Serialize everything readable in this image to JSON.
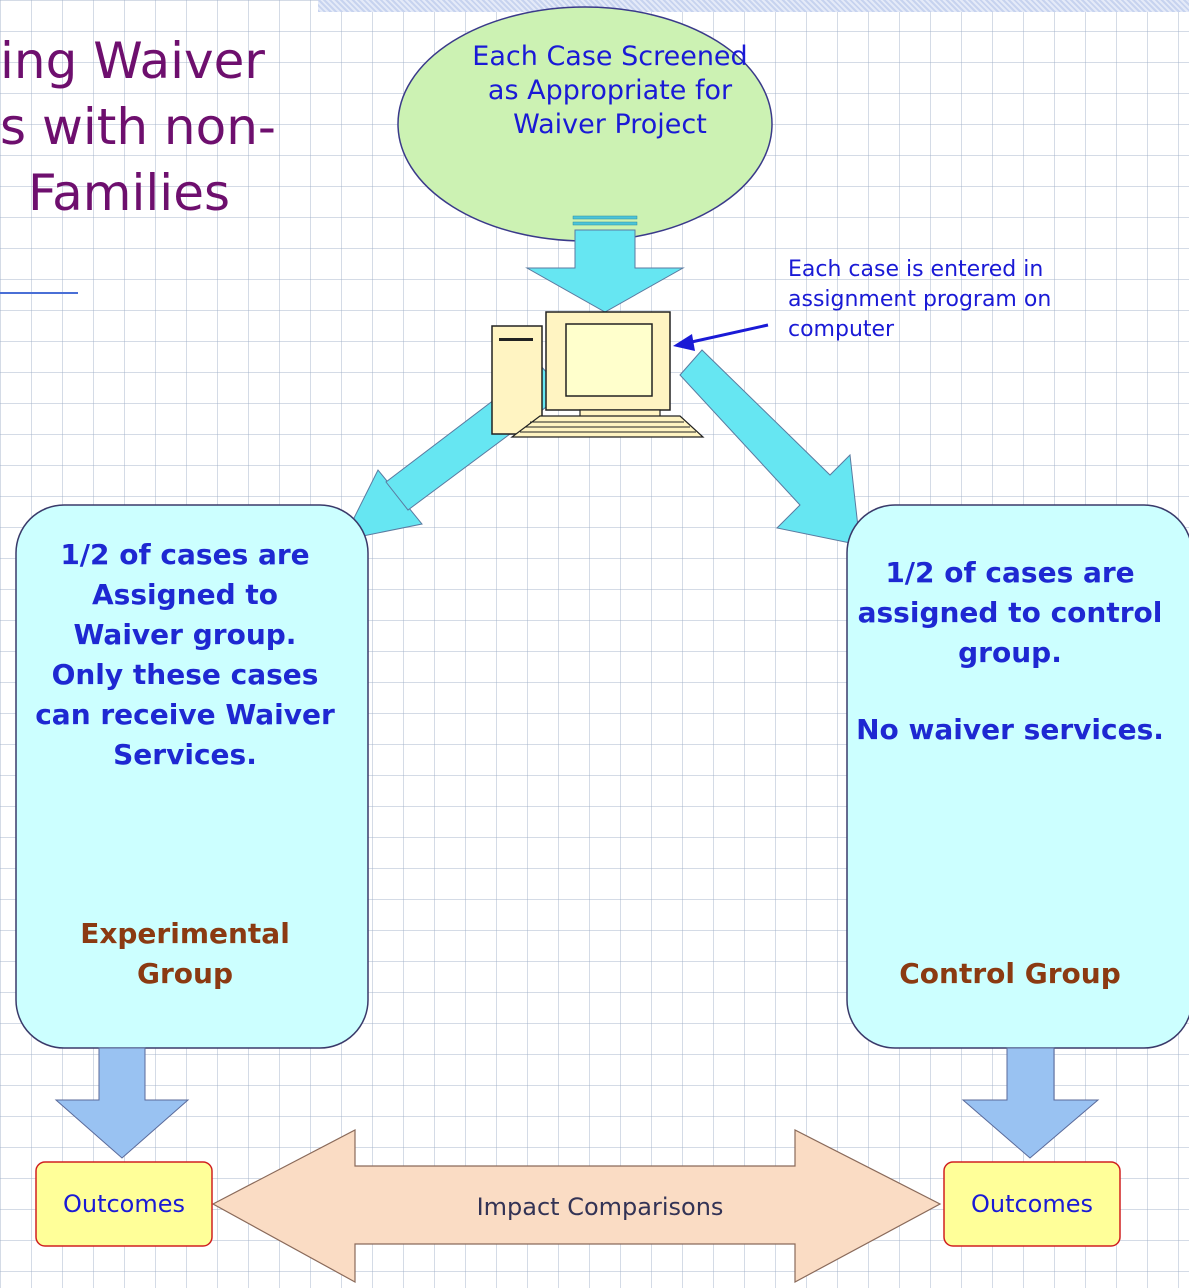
{
  "title": {
    "line1": "ing Waiver",
    "line2": "s with non-",
    "line3": "Families"
  },
  "screening": {
    "text": "Each Case Screened as Appropriate for Waiver Project"
  },
  "computer_note": {
    "text": "Each case is entered in assignment program on computer"
  },
  "experimental": {
    "body": "1/2 of cases are Assigned to Waiver group. Only these cases can receive Waiver Services.",
    "group_label": "Experimental Group"
  },
  "control": {
    "body": "1/2 of cases are assigned to control group.",
    "sub": "No waiver services.",
    "group_label": "Control Group"
  },
  "outcomes_left": "Outcomes",
  "outcomes_right": "Outcomes",
  "impact": "Impact Comparisons",
  "colors": {
    "oval_fill": "#ccf2b3",
    "group_fill": "#ccffff",
    "outcome_fill": "#ffff99",
    "arrow_cyan": "#66e6f2",
    "arrow_blue": "#99c2f2",
    "impact_fill": "#fadcc4",
    "title_color": "#6e0f6e"
  }
}
